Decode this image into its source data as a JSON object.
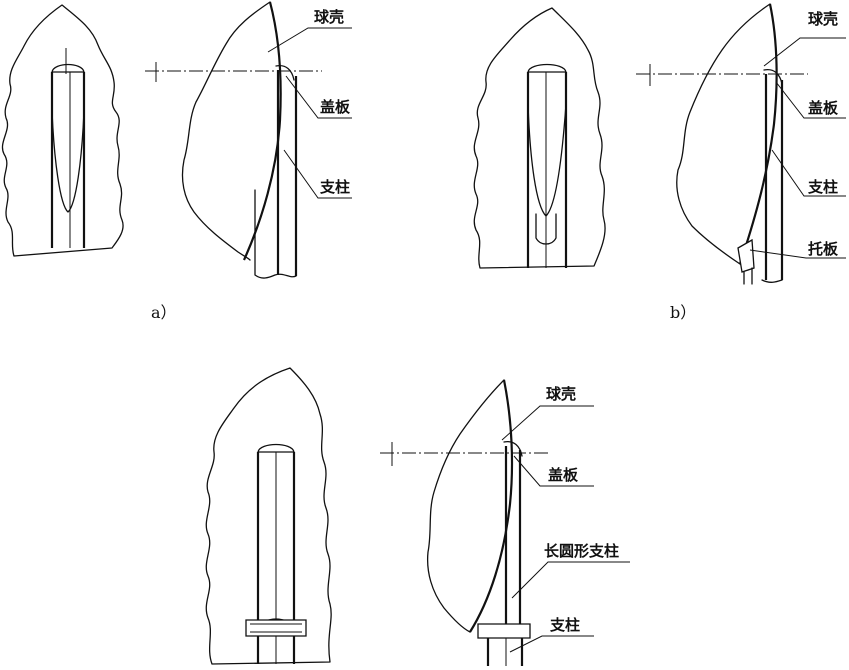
{
  "figure": {
    "captions": {
      "a": "a）",
      "b": "b）"
    },
    "panel_a": {
      "labels": [
        "球壳",
        "盖板",
        "支柱"
      ]
    },
    "panel_b": {
      "labels": [
        "球壳",
        "盖板",
        "支柱",
        "托板"
      ]
    },
    "panel_c": {
      "labels": [
        "球壳",
        "盖板",
        "长圆形支柱",
        "支柱"
      ]
    }
  }
}
